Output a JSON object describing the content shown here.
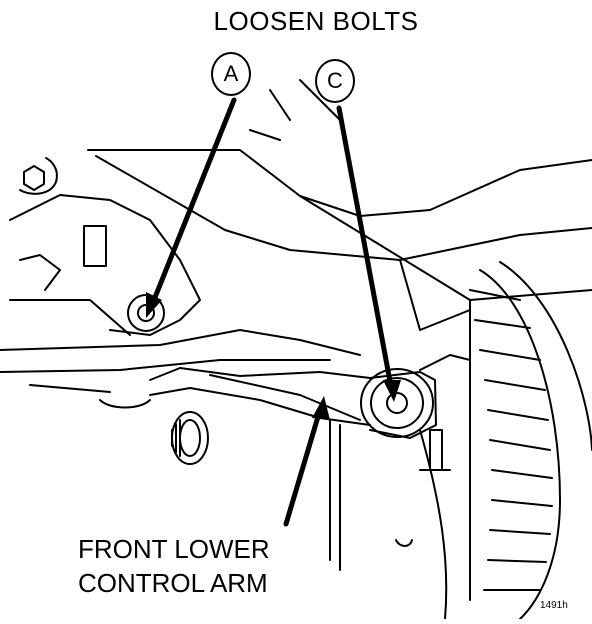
{
  "title": "LOOSEN BOLTS",
  "callouts": {
    "a": "A",
    "c": "C"
  },
  "caption": {
    "line1": "FRONT LOWER",
    "line2": "CONTROL ARM"
  },
  "figure_id": "1491h",
  "colors": {
    "ink": "#000000",
    "paper": "#ffffff",
    "shade": "#d9d9d9"
  }
}
